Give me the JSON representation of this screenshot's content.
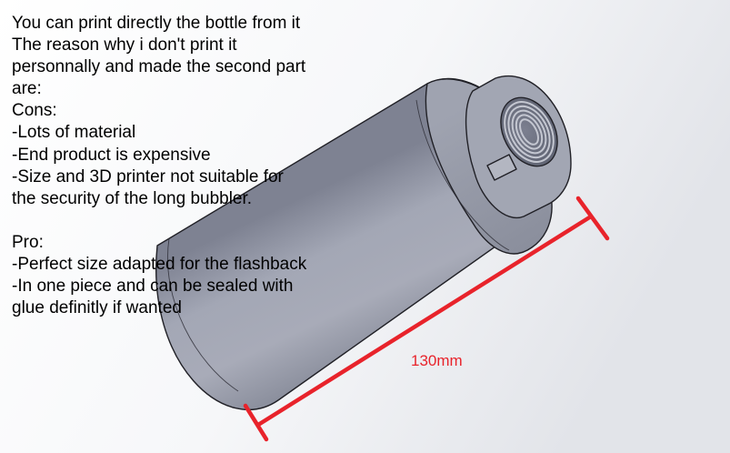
{
  "annotation": {
    "lines": [
      "You can print directly the bottle from it",
      "The reason why i don't print it",
      "personnally and made the second part",
      "are:",
      "Cons:",
      "-Lots of material",
      "-End product is expensive",
      "-Size and 3D printer not suitable for",
      "the security of the long bubbler.",
      "",
      "Pro:",
      "-Perfect size adapted for the flashback",
      "-In one piece and can be sealed with",
      "glue definitly if wanted"
    ]
  },
  "dimension": {
    "label": "130mm",
    "color": "#e8232b"
  },
  "model": {
    "body_color": "#9a9ead",
    "edge_color": "#202026"
  }
}
